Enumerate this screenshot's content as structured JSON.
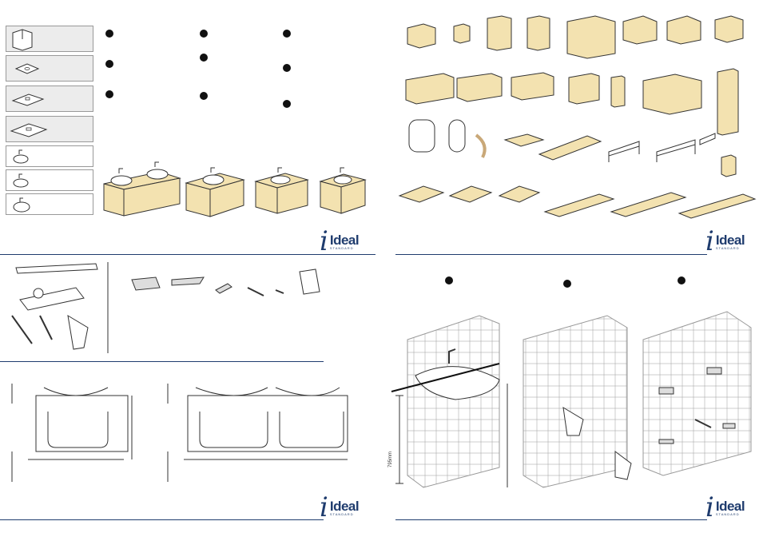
{
  "brand": {
    "name": "Ideal",
    "subtitle": "STANDARD",
    "color": "#1f3c6e"
  },
  "measurements": {
    "installation_height": "795mm"
  },
  "colors": {
    "wood": "#f3e2b0",
    "line": "#1f3c6e",
    "panel": "#ececec"
  }
}
